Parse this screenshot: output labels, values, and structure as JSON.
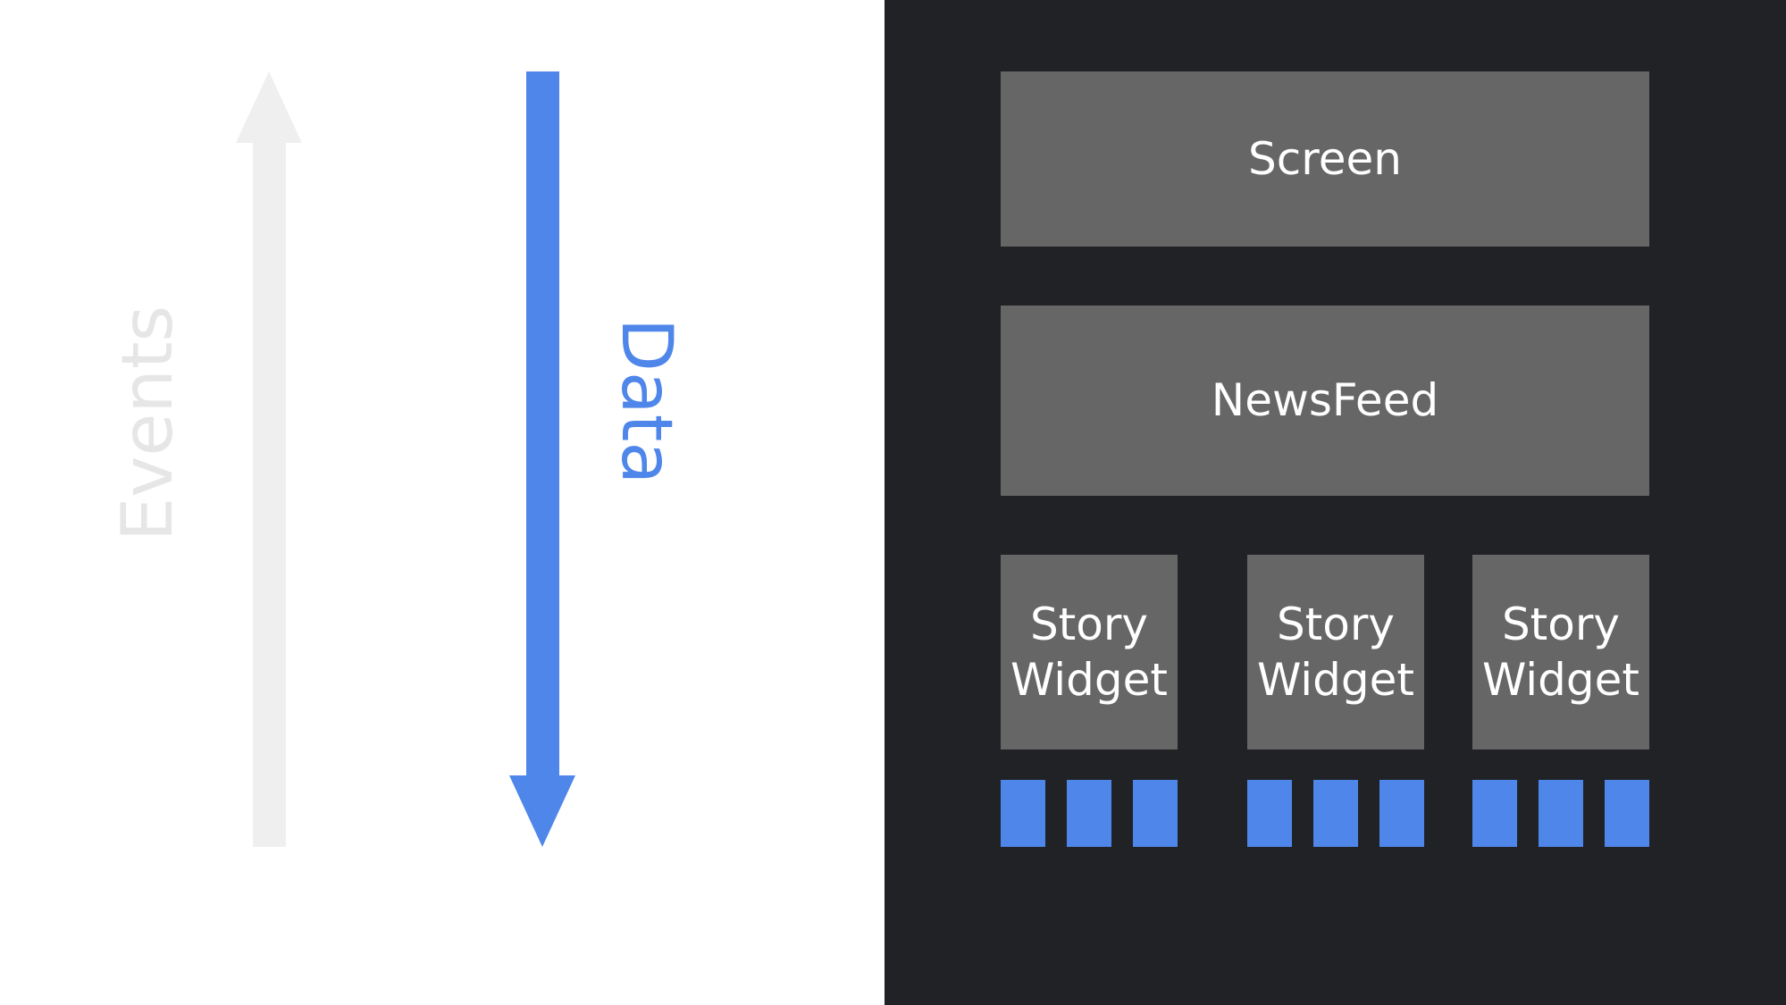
{
  "colors": {
    "left_background": "#ffffff",
    "right_background": "#212226",
    "box_fill": "#666666",
    "box_text": "#ffffff",
    "events_arrow": "#efefef",
    "events_text": "#e6e6e6",
    "data_arrow": "#4f86ea",
    "data_text": "#4f86ea",
    "leaf_square": "#4f86ea"
  },
  "flow": {
    "events_label": "Events",
    "events_arrow_icon": "arrow-up-icon",
    "data_label": "Data",
    "data_arrow_icon": "arrow-down-icon"
  },
  "tree": {
    "screen": "Screen",
    "newsfeed": "NewsFeed",
    "story_widgets": [
      {
        "line1": "Story",
        "line2": "Widget",
        "leaf_count": 3
      },
      {
        "line1": "Story",
        "line2": "Widget",
        "leaf_count": 3
      },
      {
        "line1": "Story",
        "line2": "Widget",
        "leaf_count": 3
      }
    ]
  }
}
